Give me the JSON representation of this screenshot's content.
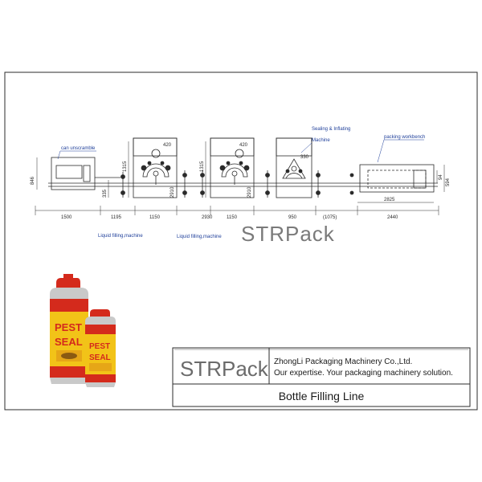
{
  "layout_drawing": {
    "labels": {
      "can_unscramble": "can unscramble",
      "sealing_inflating_line1": "Sealing & Inflating",
      "sealing_inflating_line2": "Machine",
      "packing_workbench": "packing workbench",
      "liquid_filling_1": "Liquid filling,machine",
      "liquid_filling_2": "Liquid filling,machine"
    },
    "dimensions": {
      "unscramble_height": "846",
      "conveyor_height": "335",
      "filler1_side": "1315",
      "filler2_side": "1315",
      "filler1_head": "420",
      "filler2_head": "420",
      "filler1_depth": "2910",
      "filler2_depth": "2910",
      "sealer_head": "330",
      "bench_depth_a": "94",
      "bench_depth_b": "594",
      "bench_length": "2825",
      "seg_1500": "1500",
      "seg_1195": "1195",
      "seg_1150a": "1150",
      "seg_2930": "2930",
      "seg_1150b": "1150",
      "seg_950": "950",
      "seg_1075": "(1075)",
      "seg_2440": "2440"
    },
    "watermark": "STRPack"
  },
  "product": {
    "can_large_text_1": "PEST",
    "can_large_text_2": "SEAL",
    "can_small_text_1": "PEST",
    "can_small_text_2": "SEAL"
  },
  "title_block": {
    "logo": "STRPack",
    "company": "ZhongLi Packaging Machinery Co.,Ltd.",
    "slogan": "Our expertise. Your packaging machinery solution.",
    "title": "Bottle Filling Line"
  },
  "colors": {
    "logo_grey": "#6b6b6b",
    "logo_red": "#e8412b",
    "line": "#2b2b2b",
    "blue_text": "#1f3f9a",
    "can_red": "#d42a1c",
    "can_yellow": "#f2c318"
  }
}
